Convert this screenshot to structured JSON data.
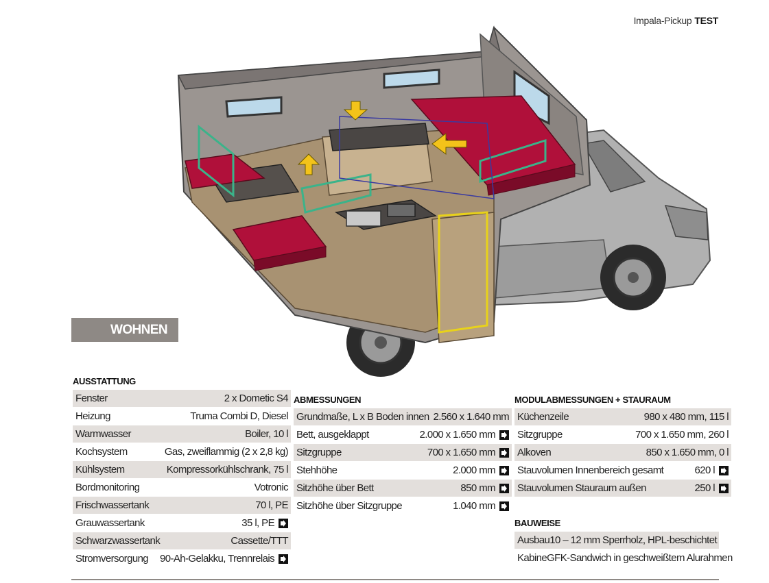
{
  "header": {
    "model": "Impala-Pickup",
    "tag": "TEST"
  },
  "section_label": "WOHNEN",
  "ausstattung": {
    "title": "AUSSTATTUNG",
    "rows": [
      {
        "key": "Fenster",
        "value": "2 x Dometic S4",
        "arrow": false
      },
      {
        "key": "Heizung",
        "value": "Truma Combi D, Diesel",
        "arrow": false
      },
      {
        "key": "Warmwasser",
        "value": "Boiler, 10 l",
        "arrow": false
      },
      {
        "key": "Kochsystem",
        "value": "Gas, zweiflammig (2 x 2,8 kg)",
        "arrow": false
      },
      {
        "key": "Kühlsystem",
        "value": "Kompressorkühlschrank, 75 l",
        "arrow": false
      },
      {
        "key": "Bordmonitoring",
        "value": "Votronic",
        "arrow": false
      },
      {
        "key": "Frischwassertank",
        "value": "70 l, PE",
        "arrow": false
      },
      {
        "key": "Grauwassertank",
        "value": "35 l, PE",
        "arrow": true
      },
      {
        "key": "Schwarzwassertank",
        "value": "Cassette/TTT",
        "arrow": false
      },
      {
        "key": "Stromversorgung",
        "value": "90-Ah-Gelakku, Trennrelais",
        "arrow": true
      }
    ]
  },
  "abmessungen": {
    "title": "ABMESSUNGEN",
    "rows": [
      {
        "key": "Grundmaße, L x B Boden innen",
        "value": "2.560 x 1.640 mm",
        "arrow": false
      },
      {
        "key": "Bett, ausgeklappt",
        "value": "2.000 x 1.650 mm",
        "arrow": true
      },
      {
        "key": "Sitzgruppe",
        "value": "700 x 1.650 mm",
        "arrow": true
      },
      {
        "key": "Stehhöhe",
        "value": "2.000 mm",
        "arrow": true
      },
      {
        "key": "Sitzhöhe über Bett",
        "value": "850 mm",
        "arrow": true
      },
      {
        "key": "Sitzhöhe über Sitzgruppe",
        "value": "1.040 mm",
        "arrow": true
      }
    ]
  },
  "modul": {
    "title": "MODULABMESSUNGEN + STAURAUM",
    "rows": [
      {
        "key": "Küchenzeile",
        "value": "980 x 480 mm, 115 l",
        "arrow": false
      },
      {
        "key": "Sitzgruppe",
        "value": "700 x 1.650 mm, 260 l",
        "arrow": false
      },
      {
        "key": "Alkoven",
        "value": "850 x 1.650 mm, 0 l",
        "arrow": false
      },
      {
        "key": "Stauvolumen Innenbereich gesamt",
        "value": "620 l",
        "arrow": true
      },
      {
        "key": "Stauvolumen Stauraum außen",
        "value": "250 l",
        "arrow": true
      }
    ]
  },
  "bauweise": {
    "title": "BAUWEISE",
    "rows": [
      {
        "key": "Ausbau",
        "value": "10 – 12 mm Sperrholz, HPL-beschichtet",
        "arrow": false
      },
      {
        "key": "Kabine",
        "value": "GFK-Sandwich in geschweißtem Alurahmen",
        "arrow": false
      }
    ]
  },
  "colors": {
    "shade": "#e3dfdc",
    "badge": "#8e8985",
    "cushion": "#b0103a",
    "truck": "#a9a9a9",
    "wood": "#a89272"
  },
  "icons": {
    "arrow": "arrow-box-icon"
  }
}
